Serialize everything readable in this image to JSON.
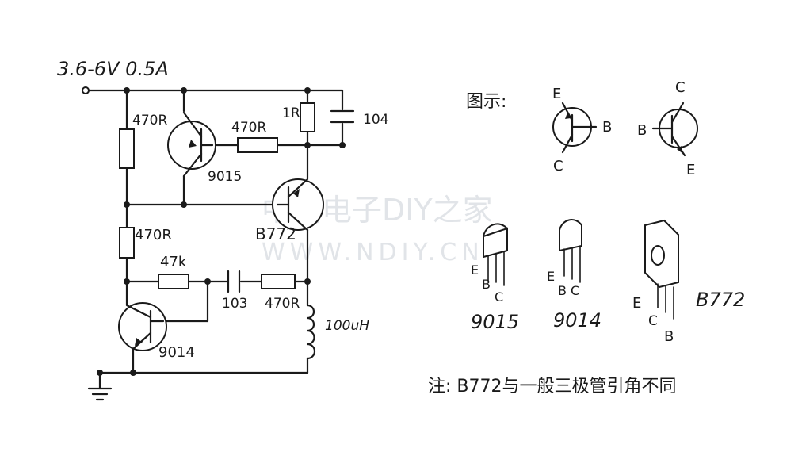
{
  "supply_label": "3.6-6V  0.5A",
  "legend_title": "图示:",
  "pin_e": "E",
  "pin_b": "B",
  "pin_c": "C",
  "components": {
    "r1": "470R",
    "r2": "470R",
    "r3": "1R",
    "cap1": "104",
    "q1": "9015",
    "q2": "B772",
    "r4": "470R",
    "r5": "47k",
    "cap2": "103",
    "r6": "470R",
    "l1": "100uH",
    "q3": "9014"
  },
  "packages": {
    "p1": "9015",
    "p2": "9014",
    "p3": "B772"
  },
  "note": "注: B772与一般三极管引角不同",
  "watermark_line1": "中国电子DIY之家",
  "watermark_line2": "WWW.NDIY.CN"
}
